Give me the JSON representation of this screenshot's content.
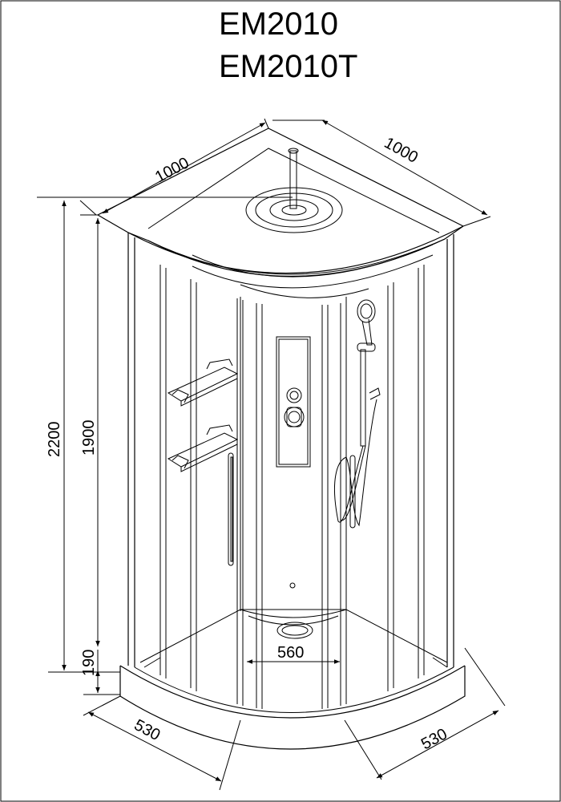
{
  "titles": {
    "model_1": "EM2010",
    "model_2": "EM2010T"
  },
  "dimensions": {
    "top_left_width": "1000",
    "top_right_width": "1000",
    "total_height": "2200",
    "cabin_height": "1900",
    "tray_height": "190",
    "bottom_left_depth": "530",
    "bottom_right_depth": "530",
    "door_opening": "560"
  }
}
